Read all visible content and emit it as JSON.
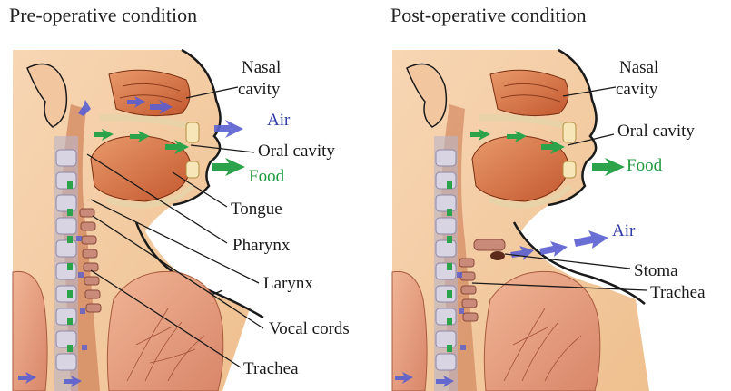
{
  "titles": {
    "pre": "Pre-operative condition",
    "post": "Post-operative condition"
  },
  "pre_labels": {
    "nasal_cavity": "Nasal",
    "nasal_cavity_2": "cavity",
    "air": "Air",
    "oral_cavity": "Oral cavity",
    "food": "Food",
    "tongue": "Tongue",
    "pharynx": "Pharynx",
    "larynx": "Larynx",
    "vocal_cords": "Vocal cords",
    "trachea": "Trachea"
  },
  "post_labels": {
    "nasal_cavity": "Nasal",
    "nasal_cavity_2": "cavity",
    "oral_cavity": "Oral cavity",
    "food": "Food",
    "air": "Air",
    "stoma": "Stoma",
    "trachea": "Trachea"
  },
  "colors": {
    "air": "#4a4fc0",
    "food": "#2aa34a",
    "skin": "#f4c9a0",
    "tissue": "#d9734a",
    "lung": "#e7a27f",
    "outline": "#1a1a1a"
  }
}
